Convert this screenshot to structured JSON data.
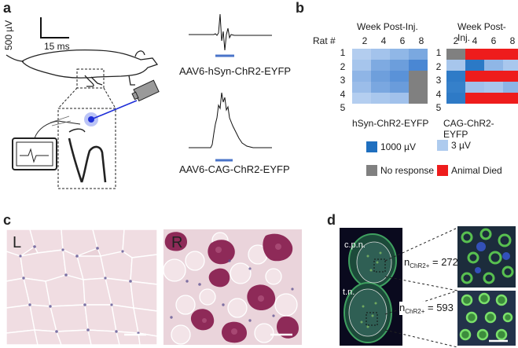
{
  "panels": {
    "a": {
      "label": "a",
      "scale_voltage": "500 µV",
      "scale_time": "15 ms",
      "trace_top_label": "AAV6-hSyn-ChR2-EYFP",
      "trace_bottom_label": "AAV6-CAG-ChR2-EYFP"
    },
    "b": {
      "label": "b",
      "header": "Week Post-Inj.",
      "row_header": "Rat #",
      "weeks": [
        "2",
        "4",
        "6",
        "8"
      ],
      "rats": [
        "1",
        "2",
        "3",
        "4",
        "5"
      ],
      "left_title": "hSyn-ChR2-EYFP",
      "right_title": "CAG-ChR2-EYFP",
      "legend": {
        "high": "1000 µV",
        "low": "3 µV",
        "none": "No response",
        "died": "Animal Died"
      },
      "colors": {
        "high": "#1f6fbf",
        "low": "#aecbee",
        "none": "#808080",
        "died": "#ee1c1c"
      },
      "left_grid": [
        [
          "#b3cdef",
          "#a3c3ec",
          "#90b7e7",
          "#7aa8e0"
        ],
        [
          "#a6c5ec",
          "#7eaae1",
          "#6c9edc",
          "#4a87d3"
        ],
        [
          "#8fb5e6",
          "#6e9fdc",
          "#5a92d8",
          "#808080"
        ],
        [
          "#9bbde9",
          "#7aa7e0",
          "#6a9cdb",
          "#808080"
        ],
        [
          "#b4cef0",
          "#a9c7ed",
          "#a1c1eb",
          "#808080"
        ]
      ],
      "right_grid": [
        [
          "#808080",
          "#ee1c1c",
          "#ee1c1c",
          "#ee1c1c"
        ],
        [
          "#a7c6ec",
          "#2b79c6",
          "#8fb6e6",
          "#a9c7ed"
        ],
        [
          "#2f7bc7",
          "#ee1c1c",
          "#ee1c1c",
          "#ee1c1c"
        ],
        [
          "#3580ca",
          "#a0c0ea",
          "#a8c6ec",
          "#8cb4e5"
        ],
        [
          "#2e7ac6",
          "#ee1c1c",
          "#ee1c1c",
          "#ee1c1c"
        ]
      ]
    },
    "c": {
      "label": "c",
      "left_tag": "L",
      "right_tag": "R"
    },
    "d": {
      "label": "d",
      "region_top": "c.p.n.",
      "region_bottom": "t.n.",
      "count_top_value": "= 272",
      "count_bottom_value": "= 593",
      "count_symbol": "n",
      "count_subscript": "ChR2+"
    }
  }
}
